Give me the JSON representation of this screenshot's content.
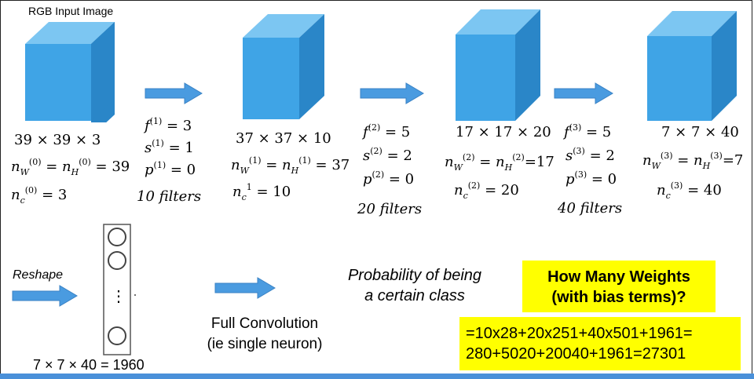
{
  "title": "RGB Input Image",
  "layers": [
    {
      "dims": "39 × 39 × 3",
      "nwh": "39",
      "nc": "3",
      "sup": "(0)"
    },
    {
      "dims": "37 × 37 × 10",
      "nwh": "37",
      "nc": "10",
      "sup": "(1)",
      "nc_sup": "1"
    },
    {
      "dims": "17 × 17 × 20",
      "nwh": "17",
      "nc": "20",
      "sup": "(2)"
    },
    {
      "dims": "7 × 7 × 40",
      "nwh": "7",
      "nc": "40",
      "sup": "(3)"
    }
  ],
  "params": [
    {
      "f": "3",
      "s": "1",
      "p": "0",
      "sup": "(1)",
      "filters": "10 filters"
    },
    {
      "f": "5",
      "s": "2",
      "p": "0",
      "sup": "(2)",
      "filters": "20 filters"
    },
    {
      "f": "5",
      "s": "2",
      "p": "0",
      "sup": "(3)",
      "filters": "40 filters"
    }
  ],
  "reshape_label": "Reshape",
  "vector_label": "7 × 7 × 40 = 1960",
  "vector_dots": "⋮",
  "full_conv_line1": "Full Convolution",
  "full_conv_line2": "(ie single neuron)",
  "prob_line1": "Probability of being",
  "prob_line2": "a certain class",
  "question_line1": "How Many Weights",
  "question_line2": "(with bias terms)?",
  "answer_line1": "=10x28+20x251+40x501+1961=",
  "answer_line2": "280+5020+20040+1961=27301",
  "colors": {
    "cube_front": "#3fa4e6",
    "cube_top": "#7cc6f2",
    "cube_side": "#2a86c8",
    "arrow": "#4a9be0",
    "highlight": "#ffff00",
    "bar": "#4a90d9"
  }
}
